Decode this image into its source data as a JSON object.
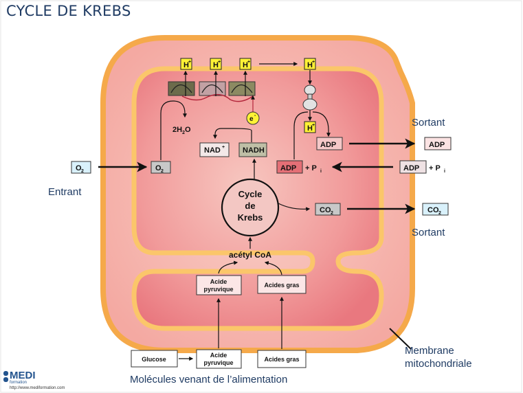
{
  "title": "CYCLE DE KREBS",
  "labels": {
    "h_plus": "H",
    "h_sup": "+",
    "e_minus": "e",
    "e_sup": "-",
    "water": "2H",
    "water_sub": "2",
    "water_end": "O",
    "nad": "NAD",
    "nad_sup": "+",
    "nadh": "NADH",
    "o2": "O",
    "o2_sub": "2",
    "co2": "CO",
    "co2_sub": "2",
    "adp": "ADP",
    "plus_pi": "+ P",
    "pi_sub": "i",
    "cycle_line1": "Cycle",
    "cycle_line2": "de",
    "cycle_line3": "Krebs",
    "acetyl": "acétyl CoA",
    "acide_line1": "Acide",
    "acide_line2": "pyruvique",
    "acides_gras": "Acides gras",
    "glucose": "Glucose"
  },
  "annotations": {
    "entrant": "Entrant",
    "sortant_top": "Sortant",
    "sortant_bottom": "Sortant",
    "membrane_line1": "Membrane",
    "membrane_line2": "mitochondriale",
    "molecules": "Molécules venant de l’alimentation"
  },
  "logo": {
    "name": "MEDI",
    "sub": "formation",
    "url": "http://www.mediformation.com"
  },
  "colors": {
    "title": "#1f3b63",
    "annotation": "#1f3b63",
    "outer_membrane": "#f8b455",
    "matrix": "#ef8b90",
    "h_box": "#fff236",
    "arrow": "#111111"
  }
}
